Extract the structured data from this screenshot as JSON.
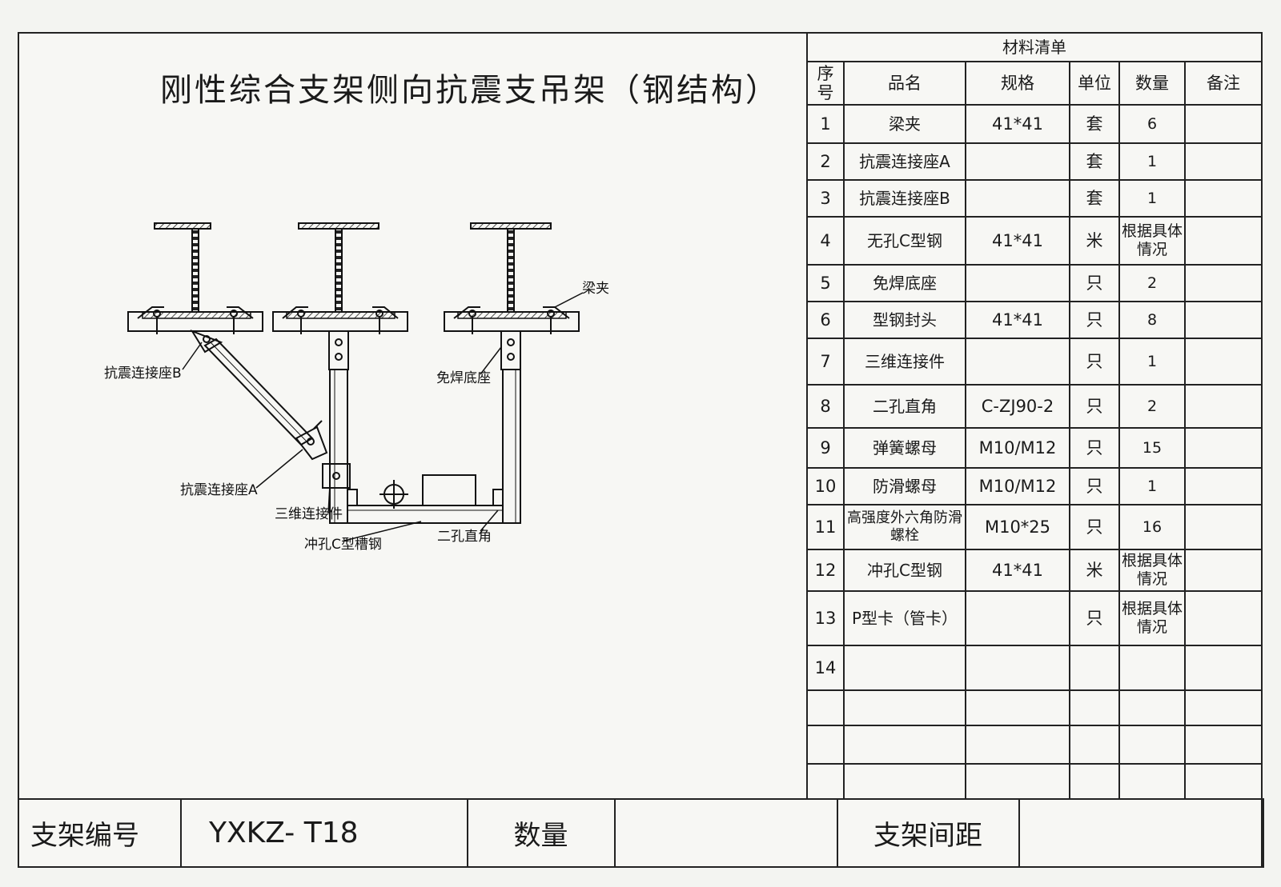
{
  "title": "刚性综合支架侧向抗震支吊架（钢结构）",
  "labels": {
    "beam_clamp": "梁夹",
    "seismic_seat_b": "抗震连接座B",
    "weld_free_base": "免焊底座",
    "seismic_seat_a": "抗震连接座A",
    "three_d_connector": "三维连接件",
    "punched_c_channel": "冲孔C型槽钢",
    "two_hole_angle": "二孔直角"
  },
  "materials": {
    "caption": "材料清单",
    "headers": [
      "序号",
      "品名",
      "规格",
      "单位",
      "数量",
      "备注"
    ],
    "rows": [
      [
        "1",
        "梁夹",
        "41*41",
        "套",
        "6",
        ""
      ],
      [
        "2",
        "抗震连接座A",
        "",
        "套",
        "1",
        ""
      ],
      [
        "3",
        "抗震连接座B",
        "",
        "套",
        "1",
        ""
      ],
      [
        "4",
        "无孔C型钢",
        "41*41",
        "米",
        "根据具体情况",
        ""
      ],
      [
        "5",
        "免焊底座",
        "",
        "只",
        "2",
        ""
      ],
      [
        "6",
        "型钢封头",
        "41*41",
        "只",
        "8",
        ""
      ],
      [
        "7",
        "三维连接件",
        "",
        "只",
        "1",
        ""
      ],
      [
        "8",
        "二孔直角",
        "C-ZJ90-2",
        "只",
        "2",
        ""
      ],
      [
        "9",
        "弹簧螺母",
        "M10/M12",
        "只",
        "15",
        ""
      ],
      [
        "10",
        "防滑螺母",
        "M10/M12",
        "只",
        "1",
        ""
      ],
      [
        "11",
        "高强度外六角防滑螺栓",
        "M10*25",
        "只",
        "16",
        ""
      ],
      [
        "12",
        "冲孔C型钢",
        "41*41",
        "米",
        "根据具体情况",
        ""
      ],
      [
        "13",
        "P型卡（管卡）",
        "",
        "只",
        "根据具体情况",
        ""
      ],
      [
        "14",
        "",
        "",
        "",
        "",
        ""
      ],
      [
        "",
        "",
        "",
        "",
        "",
        ""
      ],
      [
        "",
        "",
        "",
        "",
        "",
        ""
      ],
      [
        "",
        "",
        "",
        "",
        "",
        ""
      ]
    ]
  },
  "footer": {
    "bracket_no_label": "支架编号",
    "bracket_no_value": "YXKZ- T18",
    "quantity_label": "数量",
    "quantity_value": "",
    "spacing_label": "支架间距",
    "spacing_value": ""
  }
}
